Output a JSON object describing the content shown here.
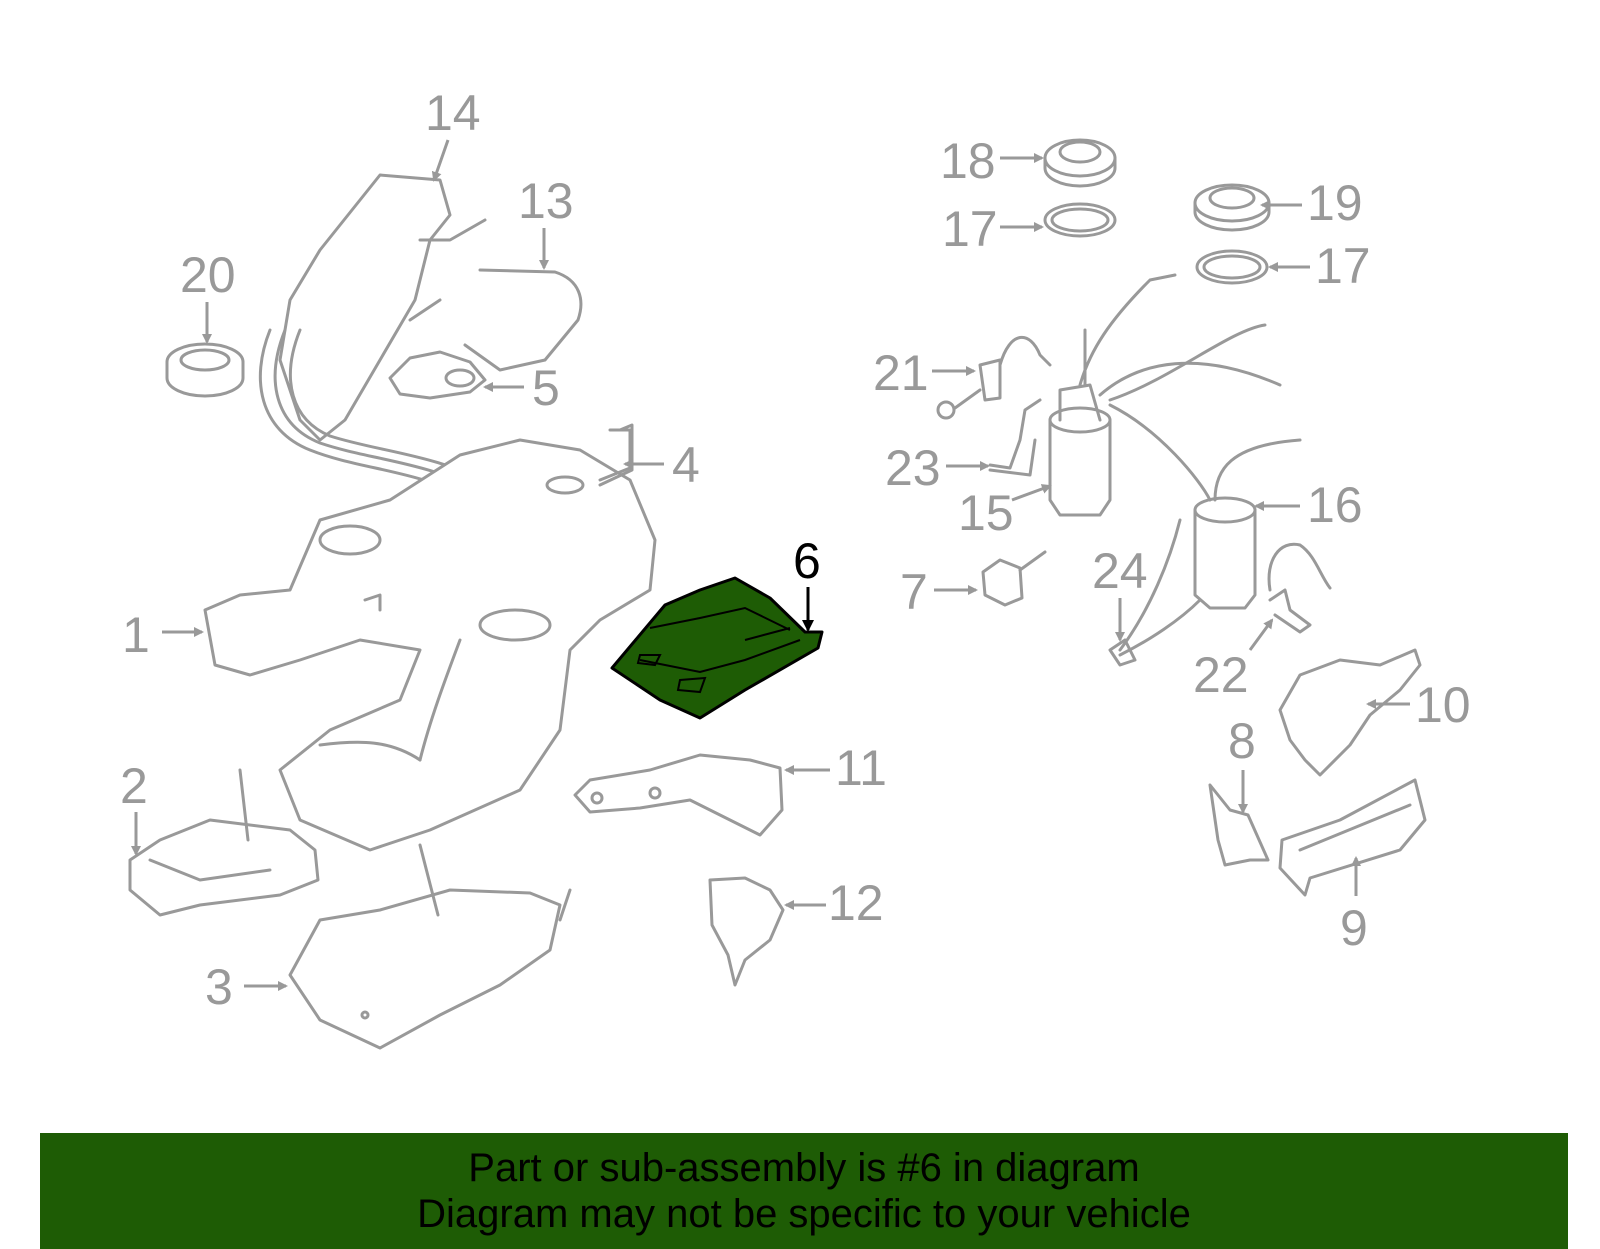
{
  "banner": {
    "line1": "Part or sub-assembly is #6 in diagram",
    "line2": "Diagram may not be specific to your vehicle",
    "color": "#1e5c05"
  },
  "highlighted_part": "6",
  "highlight_color": "#1e5c05",
  "callouts": [
    {
      "id": "1",
      "label": "1"
    },
    {
      "id": "2",
      "label": "2"
    },
    {
      "id": "3",
      "label": "3"
    },
    {
      "id": "4",
      "label": "4"
    },
    {
      "id": "5",
      "label": "5"
    },
    {
      "id": "6",
      "label": "6"
    },
    {
      "id": "7",
      "label": "7"
    },
    {
      "id": "8",
      "label": "8"
    },
    {
      "id": "9",
      "label": "9"
    },
    {
      "id": "10",
      "label": "10"
    },
    {
      "id": "11",
      "label": "11"
    },
    {
      "id": "12",
      "label": "12"
    },
    {
      "id": "13",
      "label": "13"
    },
    {
      "id": "14",
      "label": "14"
    },
    {
      "id": "15",
      "label": "15"
    },
    {
      "id": "16",
      "label": "16"
    },
    {
      "id": "17a",
      "label": "17"
    },
    {
      "id": "17b",
      "label": "17"
    },
    {
      "id": "18",
      "label": "18"
    },
    {
      "id": "19",
      "label": "19"
    },
    {
      "id": "20",
      "label": "20"
    },
    {
      "id": "21",
      "label": "21"
    },
    {
      "id": "22",
      "label": "22"
    },
    {
      "id": "23",
      "label": "23"
    },
    {
      "id": "24",
      "label": "24"
    }
  ]
}
